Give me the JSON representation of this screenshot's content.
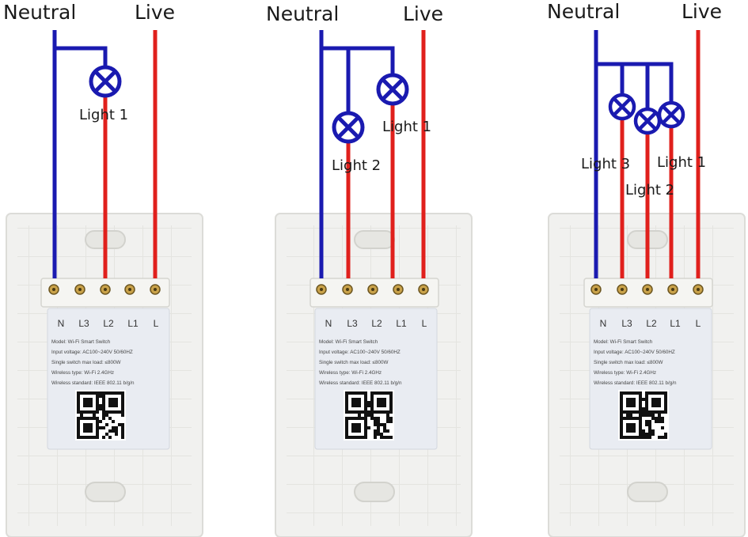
{
  "colors": {
    "neutral_wire": "#1a1ab0",
    "live_wire": "#e0201c",
    "lamp_stroke": "#1a1ab0",
    "plate": "#f1f1ef",
    "plate_edge": "#dcdcd8",
    "label_sticker": "#e9ecf2",
    "terminal": "#c9a24a"
  },
  "icons": {
    "lamp": "lamp-cross-circle-icon",
    "terminal_screw": "screw-terminal-icon",
    "qr": "qr-code-icon"
  },
  "diagrams": [
    {
      "neutral_label": "Neutral",
      "live_label": "Live",
      "lights": [
        {
          "label": "Light 1"
        }
      ],
      "terminals": [
        "N",
        "L3",
        "L2",
        "L1",
        "L"
      ],
      "spec": {
        "model": "Model:   Wi-Fi Smart Switch",
        "input_voltage": "Input voltage:   AC100~240V  50/60HZ",
        "max_load": "Single switch max load:   ≤800W",
        "wireless_type": "Wireless type:   Wi-Fi 2.4GHz",
        "wireless_standard": "Wireless standard:   IEEE 802.11 b/g/n"
      }
    },
    {
      "neutral_label": "Neutral",
      "live_label": "Live",
      "lights": [
        {
          "label": "Light 1"
        },
        {
          "label": "Light 2"
        }
      ],
      "terminals": [
        "N",
        "L3",
        "L2",
        "L1",
        "L"
      ],
      "spec": {
        "model": "Model:   Wi-Fi Smart Switch",
        "input_voltage": "Input voltage:   AC100~240V  50/60HZ",
        "max_load": "Single switch max load:   ≤800W",
        "wireless_type": "Wireless type:   Wi-Fi 2.4GHz",
        "wireless_standard": "Wireless standard:   IEEE 802.11 b/g/n"
      }
    },
    {
      "neutral_label": "Neutral",
      "live_label": "Live",
      "lights": [
        {
          "label": "Light 1"
        },
        {
          "label": "Light 2"
        },
        {
          "label": "Light 3"
        }
      ],
      "terminals": [
        "N",
        "L3",
        "L2",
        "L1",
        "L"
      ],
      "spec": {
        "model": "Model:   Wi-Fi Smart Switch",
        "input_voltage": "Input voltage:   AC100~240V  50/60HZ",
        "max_load": "Single switch max load:   ≤800W",
        "wireless_type": "Wireless type:   Wi-Fi 2.4GHz",
        "wireless_standard": "Wireless standard:   IEEE 802.11 b/g/n"
      }
    }
  ]
}
